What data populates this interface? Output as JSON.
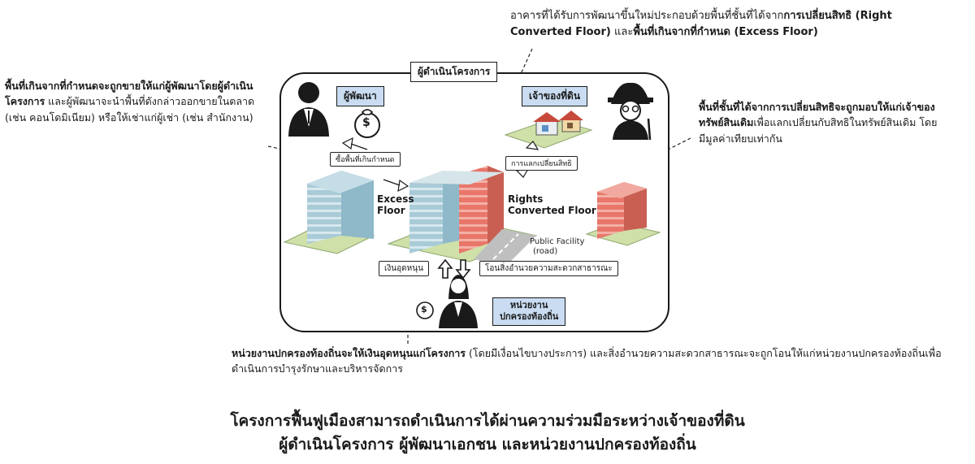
{
  "annotations": {
    "top": {
      "pre": "อาคารที่ได้รับการพัฒนาขึ้นใหม่ประกอบด้วยพื้นที่ชั้นที่ได้จาก",
      "bold1": "การเปลี่ยนสิทธิ (Right Converted Floor)",
      "mid": " และ",
      "bold2": "พื้นที่เกินจากที่กำหนด (Excess Floor)"
    },
    "left": {
      "bold": "พื้นที่เกินจากที่กำหนดจะถูกขายให้แก่ผู้พัฒนาโดยผู้ดำเนินโครงการ",
      "rest": " และผู้พัฒนาจะนำพื้นที่ดังกล่าวออกขายในตลาด (เช่น คอนโดมิเนียม) หรือให้เช่าแก่ผู้เช่า (เช่น สำนักงาน)"
    },
    "right": {
      "bold": "พื้นที่ชั้นที่ได้จากการเปลี่ยนสิทธิจะถูกมอบให้แก่เจ้าของทรัพย์สินเดิม",
      "rest": "เพื่อแลกเปลี่ยนกับสิทธิในทรัพย์สินเดิม โดยมีมูลค่าเทียบเท่ากัน"
    },
    "bottom": {
      "bold": "หน่วยงานปกครองท้องถิ่นจะให้เงินอุดหนุนแก่โครงการ",
      "rest": " (โดยมีเงื่อนไขบางประการ) และสิ่งอำนวยความสะดวกสาธารณะจะถูกโอนให้แก่หน่วยงานปกครองท้องถิ่นเพื่อดำเนินการบำรุงรักษาและบริหารจัดการ"
    }
  },
  "diagram": {
    "project_operator": "ผู้ดำเนินโครงการ",
    "developer": "ผู้พัฒนา",
    "landowner": "เจ้าของที่ดิน",
    "buy_excess": "ซื้อพื้นที่เกินกำหนด",
    "exchange_rights": "การแลกเปลี่ยนสิทธิ",
    "excess_floor": [
      "Excess",
      "Floor"
    ],
    "rights_converted_floor": [
      "Rights",
      "Converted Floor"
    ],
    "public_facility": [
      "Public Facility",
      "(road)"
    ],
    "subsidy": "เงินอุดหนุน",
    "transfer_facility": "โอนสิ่งอำนวยความสะดวกสาธารณะ",
    "local_government": [
      "หน่วยงาน",
      "ปกครองท้องถิ่น"
    ],
    "money_symbol": "$"
  },
  "caption": {
    "line1": "โครงการฟื้นฟูเมืองสามารถดำเนินการได้ผ่านความร่วมมือระหว่างเจ้าของที่ดิน",
    "line2": "ผู้ดำเนินโครงการ ผู้พัฒนาเอกชน และหน่วยงานปกครองท้องถิ่น"
  },
  "colors": {
    "blue_building": "#a9cbd8",
    "red_building": "#e8776a",
    "ground": "#cfe0a8",
    "label_blue": "#c9dcf2"
  }
}
